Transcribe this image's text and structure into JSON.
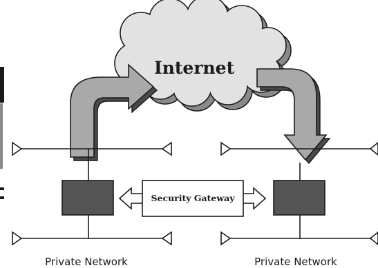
{
  "cloud": {
    "label": "Internet"
  },
  "gateway": {
    "label": "Security Gateway"
  },
  "networks": [
    {
      "label": "Private Network"
    },
    {
      "label": "Private Network"
    }
  ],
  "colors": {
    "stroke": "#1a1a1a",
    "cloud_fill": "#e2e2e2",
    "cloud_shadow": "#8a8a8a",
    "arrow_fill": "#a9a9a9",
    "arrow_shadow": "#4a4a4a",
    "router_fill": "#555555",
    "background": "#ffffff"
  }
}
